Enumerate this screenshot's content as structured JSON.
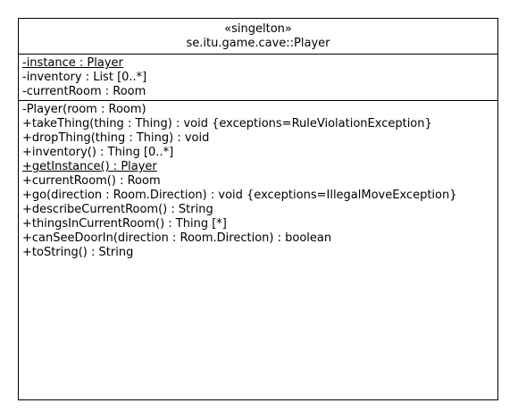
{
  "class": {
    "stereotype": "«singelton»",
    "name": "se.itu.game.cave::Player",
    "attributes": [
      {
        "text": "-instance : Player",
        "static": true
      },
      {
        "text": "-inventory : List [0..*]",
        "static": false
      },
      {
        "text": "-currentRoom : Room",
        "static": false
      }
    ],
    "operations": [
      {
        "text": "-Player(room : Room)",
        "static": false
      },
      {
        "text": "+takeThing(thing : Thing) : void {exceptions=RuleViolationException}",
        "static": false
      },
      {
        "text": "+dropThing(thing : Thing) : void",
        "static": false
      },
      {
        "text": "+inventory() : Thing [0..*]",
        "static": false
      },
      {
        "text": "+getInstance() : Player",
        "static": true
      },
      {
        "text": "+currentRoom() : Room",
        "static": false
      },
      {
        "text": "+go(direction : Room.Direction) : void {exceptions=IllegalMoveException}",
        "static": false
      },
      {
        "text": "+describeCurrentRoom() : String",
        "static": false
      },
      {
        "text": "+thingsInCurrentRoom() : Thing [*]",
        "static": false
      },
      {
        "text": "+canSeeDoorIn(direction : Room.Direction) : boolean",
        "static": false
      },
      {
        "text": "+toString() : String",
        "static": false
      }
    ]
  }
}
